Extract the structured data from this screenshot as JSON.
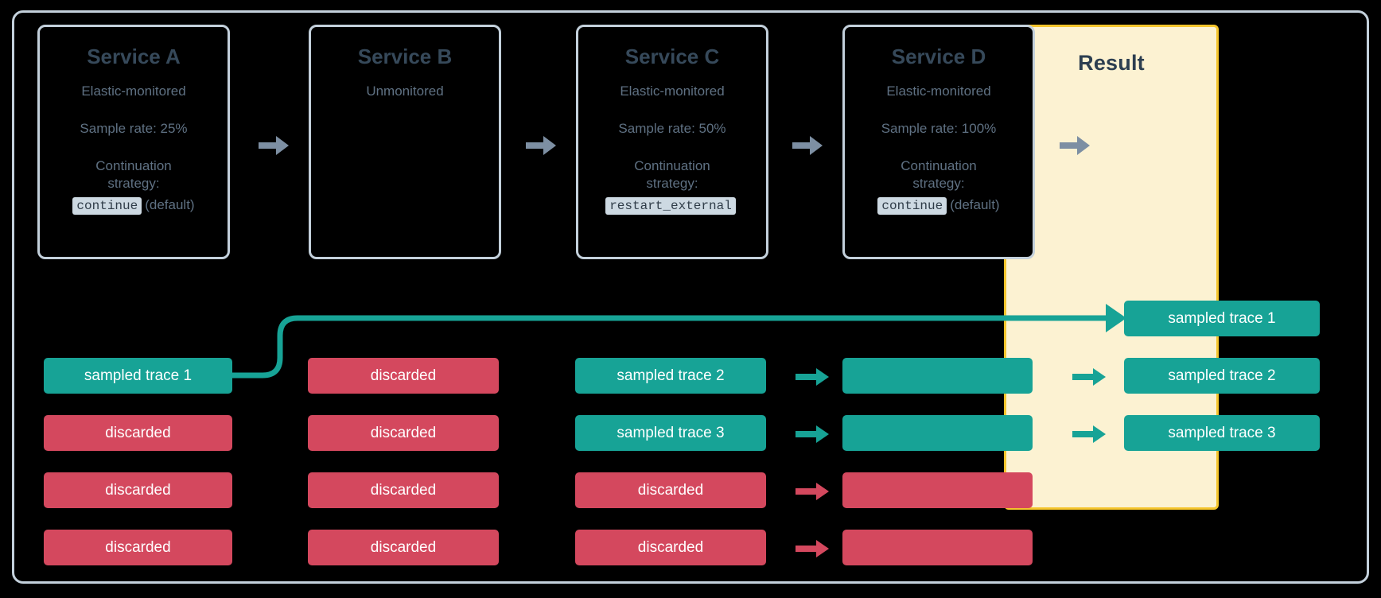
{
  "colors": {
    "background": "#000000",
    "frame_border": "#c3d0db",
    "service_title": "#36495a",
    "service_text": "#5f7183",
    "sampled": "#17a396",
    "discarded": "#d4485e",
    "result_bg": "#fcf2d2",
    "result_border": "#f5c52c",
    "gray_arrow": "#7d8fa3",
    "code_bg": "#cdd9e2"
  },
  "services": [
    {
      "id": "service-a",
      "title": "Service A",
      "monitoring": "Elastic-monitored",
      "sample_rate": "Sample rate: 25%",
      "strategy_label_line1": "Continuation",
      "strategy_label_line2": "strategy:",
      "strategy_code": "continue",
      "strategy_suffix": "(default)"
    },
    {
      "id": "service-b",
      "title": "Service B",
      "monitoring": "Unmonitored",
      "sample_rate": "",
      "strategy_label_line1": "",
      "strategy_label_line2": "",
      "strategy_code": "",
      "strategy_suffix": ""
    },
    {
      "id": "service-c",
      "title": "Service C",
      "monitoring": "Elastic-monitored",
      "sample_rate": "Sample rate: 50%",
      "strategy_label_line1": "Continuation",
      "strategy_label_line2": "strategy:",
      "strategy_code": "restart_external",
      "strategy_suffix": ""
    },
    {
      "id": "service-d",
      "title": "Service D",
      "monitoring": "Elastic-monitored",
      "sample_rate": "Sample rate: 100%",
      "strategy_label_line1": "Continuation",
      "strategy_label_line2": "strategy:",
      "strategy_code": "continue",
      "strategy_suffix": "(default)"
    }
  ],
  "result": {
    "title": "Result",
    "traces": [
      {
        "label": "sampled trace 1",
        "state": "sampled"
      },
      {
        "label": "sampled trace 2",
        "state": "sampled"
      },
      {
        "label": "sampled trace 3",
        "state": "sampled"
      }
    ]
  },
  "columns": {
    "service_a": [
      {
        "label": "sampled trace 1",
        "state": "sampled"
      },
      {
        "label": "discarded",
        "state": "discarded"
      },
      {
        "label": "discarded",
        "state": "discarded"
      },
      {
        "label": "discarded",
        "state": "discarded"
      }
    ],
    "service_b": [
      {
        "label": "discarded",
        "state": "discarded"
      },
      {
        "label": "discarded",
        "state": "discarded"
      },
      {
        "label": "discarded",
        "state": "discarded"
      },
      {
        "label": "discarded",
        "state": "discarded"
      }
    ],
    "service_c": [
      {
        "label": "sampled trace 2",
        "state": "sampled"
      },
      {
        "label": "sampled trace 3",
        "state": "sampled"
      },
      {
        "label": "discarded",
        "state": "discarded"
      },
      {
        "label": "discarded",
        "state": "discarded"
      }
    ],
    "service_d": [
      {
        "label": "",
        "state": "sampled"
      },
      {
        "label": "",
        "state": "sampled"
      },
      {
        "label": "",
        "state": "discarded"
      },
      {
        "label": "",
        "state": "discarded"
      }
    ]
  },
  "icons": {
    "flow_arrow": "arrow-right-icon",
    "connector": "trace-connector-line"
  }
}
